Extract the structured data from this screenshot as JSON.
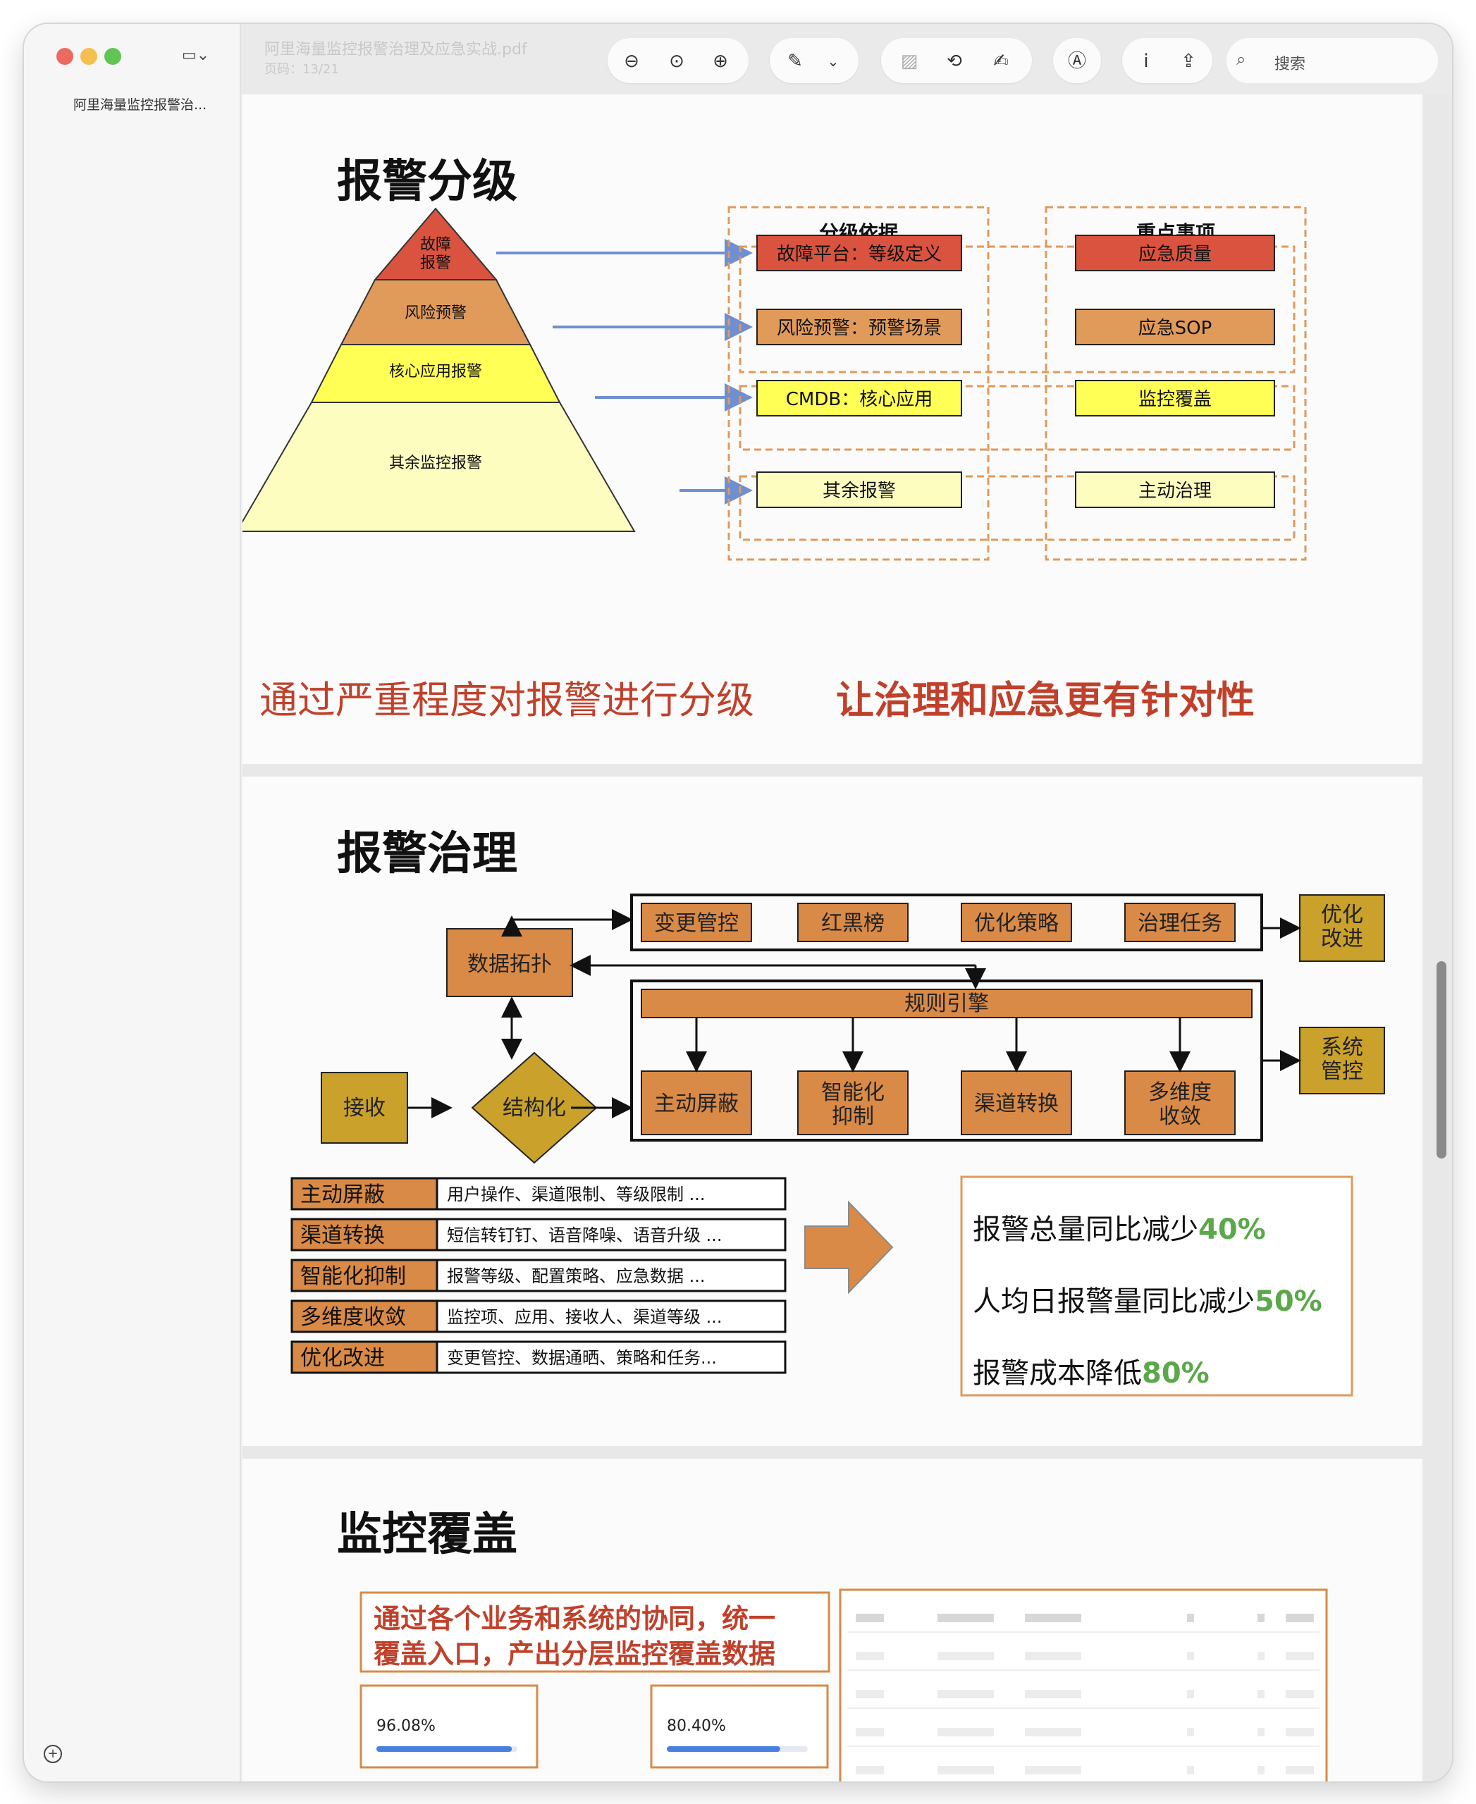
{
  "window": {
    "traffic_lights": [
      "#ed6a5e",
      "#f5bf4f",
      "#61c554"
    ]
  },
  "sidebar": {
    "thumbnail_title": "阿里海量监控报警治..."
  },
  "toolbar": {
    "doc_title": "阿里海量监控报警治理及应急实战.pdf",
    "page_indicator": "页码：13/21",
    "search_placeholder": "搜索"
  },
  "slide1": {
    "title": "报警分级",
    "pyramid": [
      "故障报警",
      "风险预警",
      "核心应用报警",
      "其余监控报警"
    ],
    "pyramid_colors": [
      "#d9533f",
      "#e09a5a",
      "#ffff55",
      "#fdfdc0"
    ],
    "basis_header": "分级依据",
    "basis": [
      "故障平台：等级定义",
      "风险预警：预警场景",
      "CMDB：核心应用",
      "其余报警"
    ],
    "focus_header": "重点事项",
    "focus": [
      "应急质量",
      "应急SOP",
      "监控覆盖",
      "主动治理"
    ],
    "focus_colors": [
      "#d9533f",
      "#e09a5a",
      "#ffff55",
      "#fdfdc0"
    ],
    "tagline_left": "通过严重程度对报警进行分级",
    "tagline_right": "让治理和应急更有针对性"
  },
  "slide2": {
    "title": "报警治理",
    "flow": {
      "receive": "接收",
      "structure": "结构化",
      "topology": "数据拓扑",
      "top_row": [
        "变更管控",
        "红黑榜",
        "优化策略",
        "治理任务"
      ],
      "rule_engine": "规则引擎",
      "bottom_row": [
        "主动屏蔽",
        "智能化抑制",
        "渠道转换",
        "多维度收敛"
      ],
      "optimize": "优化改进",
      "system": "系统管控"
    },
    "table": [
      {
        "k": "主动屏蔽",
        "v": "用户操作、渠道限制、等级限制 ..."
      },
      {
        "k": "渠道转换",
        "v": "短信转钉钉、语音降噪、语音升级 ..."
      },
      {
        "k": "智能化抑制",
        "v": "报警等级、配置策略、应急数据 ..."
      },
      {
        "k": "多维度收敛",
        "v": "监控项、应用、接收人、渠道等级 ..."
      },
      {
        "k": "优化改进",
        "v": "变更管控、数据通晒、策略和任务..."
      }
    ],
    "results": [
      {
        "text": "报警总量同比减少",
        "pct": "40%"
      },
      {
        "text": "人均日报警量同比减少",
        "pct": "50%"
      },
      {
        "text": "报警成本降低",
        "pct": "80%"
      }
    ]
  },
  "slide3": {
    "title": "监控覆盖",
    "callout": [
      "通过各个业务和系统的协同，统一",
      "覆盖入口，产出分层监控覆盖数据"
    ],
    "cards": [
      {
        "value": "96.08%",
        "progress": 0.9608
      },
      {
        "value": "80.40%",
        "progress": 0.804
      }
    ]
  }
}
